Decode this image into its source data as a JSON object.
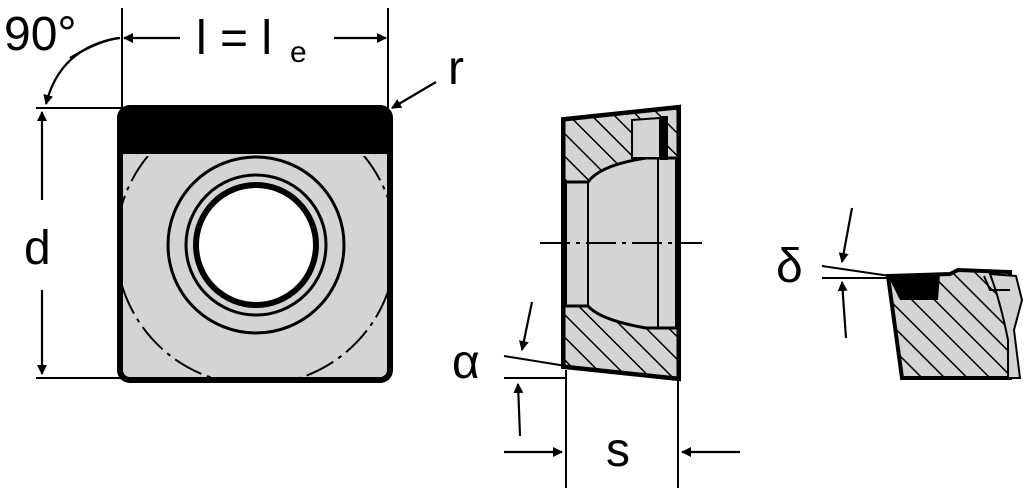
{
  "labels": {
    "angle_90": "90°",
    "length_l": "l = l",
    "length_sub": "e",
    "radius": "r",
    "diameter": "d",
    "thickness": "s",
    "clearance_angle": "α",
    "chamfer_angle": "δ"
  },
  "colors": {
    "fill": "#d4d4d4",
    "ink": "#000000",
    "paper": "#ffffff"
  }
}
